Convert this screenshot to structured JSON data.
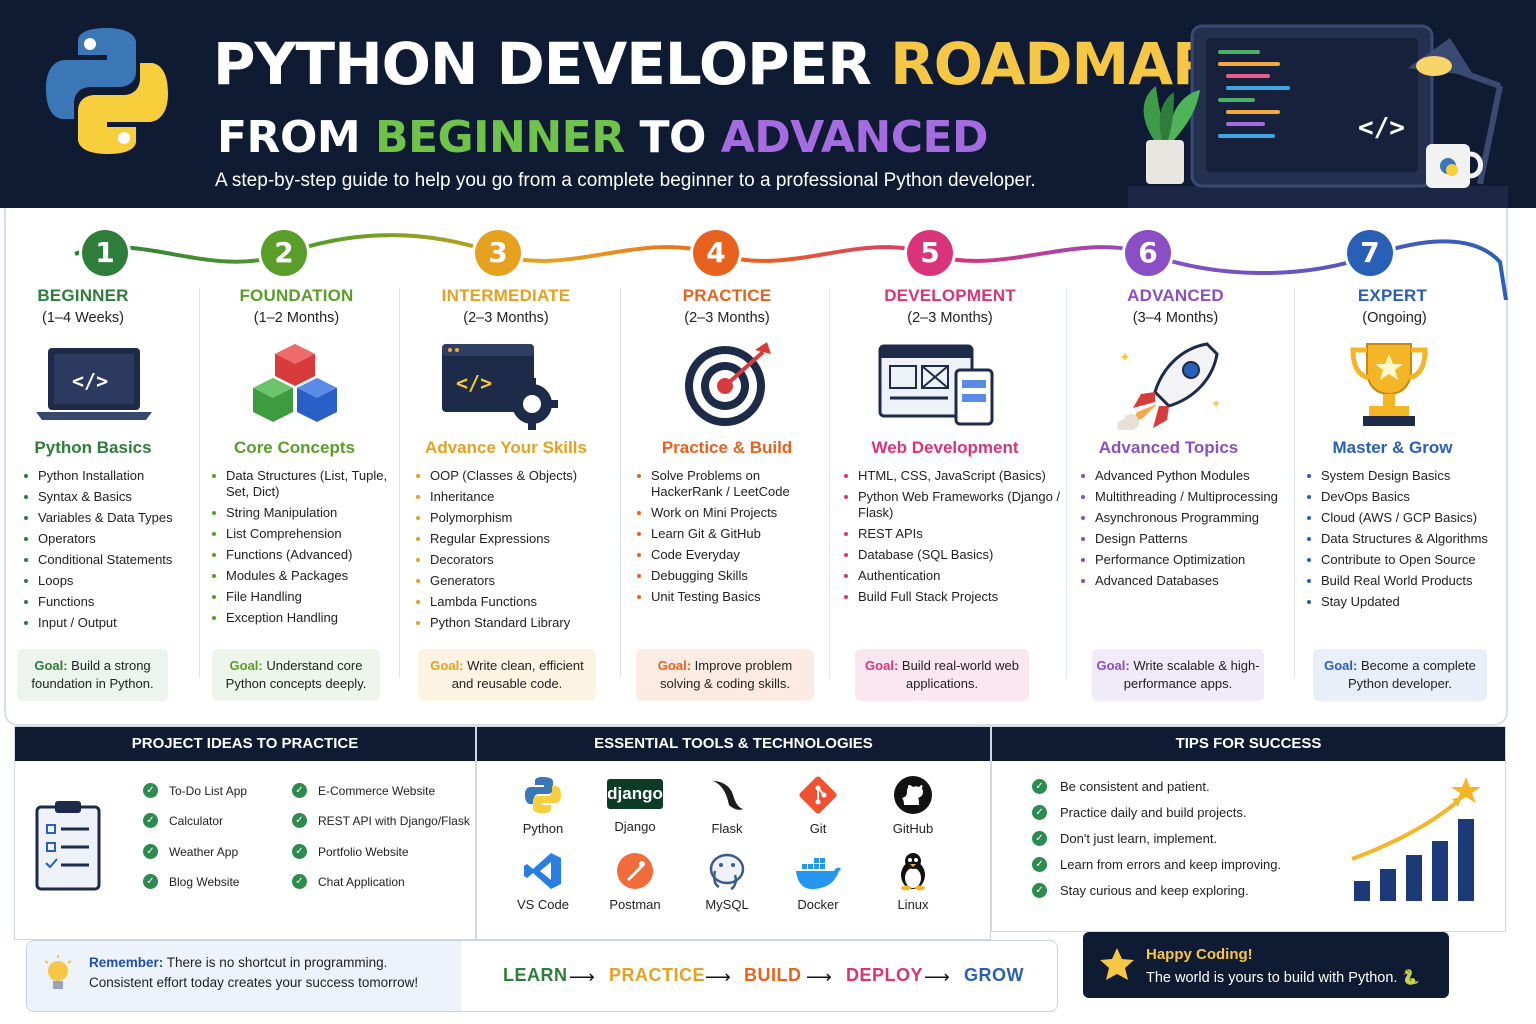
{
  "header": {
    "title_part1": "PYTHON DEVELOPER ",
    "title_part2": "ROADMAP",
    "subtitle_from": "FROM ",
    "subtitle_beginner": "BEGINNER",
    "subtitle_to": " TO ",
    "subtitle_advanced": "ADVANCED",
    "description": "A step-by-step guide to help you go from a complete beginner to a professional Python developer.",
    "laptop_code": "</>"
  },
  "stages": [
    {
      "num": "1",
      "title": "BEGINNER",
      "duration": "(1–4 Weeks)",
      "subtitle": "Python Basics",
      "color": "#2e7d3a",
      "goal_bg": "#edf4ee",
      "icon": "laptop-code-icon",
      "items": [
        "Python Installation",
        "Syntax & Basics",
        "Variables & Data Types",
        "Operators",
        "Conditional Statements",
        "Loops",
        "Functions",
        "Input / Output"
      ],
      "goal_label": "Goal:",
      "goal_text": " Build a strong foundation in Python."
    },
    {
      "num": "2",
      "title": "FOUNDATION",
      "duration": "(1–2 Months)",
      "subtitle": "Core Concepts",
      "color": "#5a9e2a",
      "goal_bg": "#eef5ea",
      "icon": "cubes-icon",
      "items": [
        "Data Structures (List, Tuple, Set, Dict)",
        "String Manipulation",
        "List Comprehension",
        "Functions (Advanced)",
        "Modules & Packages",
        "File Handling",
        "Exception Handling"
      ],
      "goal_label": "Goal:",
      "goal_text": " Understand core Python concepts deeply."
    },
    {
      "num": "3",
      "title": "INTERMEDIATE",
      "duration": "(2–3 Months)",
      "subtitle": "Advance Your Skills",
      "color": "#e6a11f",
      "goal_bg": "#fdf3e3",
      "icon": "code-window-gear-icon",
      "items": [
        "OOP (Classes & Objects)",
        "Inheritance",
        "Polymorphism",
        "Regular Expressions",
        "Decorators",
        "Generators",
        "Lambda Functions",
        "Python Standard Library"
      ],
      "goal_label": "Goal:",
      "goal_text": " Write clean, efficient and reusable code."
    },
    {
      "num": "4",
      "title": "PRACTICE",
      "duration": "(2–3 Months)",
      "subtitle": "Practice & Build",
      "color": "#e8621e",
      "goal_bg": "#fcebe2",
      "icon": "target-icon",
      "items": [
        "Solve Problems on HackerRank / LeetCode",
        "Work on Mini Projects",
        "Learn Git & GitHub",
        "Code Everyday",
        "Debugging Skills",
        "Unit Testing Basics"
      ],
      "goal_label": "Goal:",
      "goal_text": " Improve problem solving & coding skills."
    },
    {
      "num": "5",
      "title": "DEVELOPMENT",
      "duration": "(2–3 Months)",
      "subtitle": "Web Development",
      "color": "#d9347a",
      "goal_bg": "#fbe7ef",
      "icon": "web-browser-icon",
      "items": [
        "HTML, CSS, JavaScript (Basics)",
        "Python Web Frameworks (Django / Flask)",
        "REST APIs",
        "Database (SQL Basics)",
        "Authentication",
        "Build Full Stack Projects"
      ],
      "goal_label": "Goal:",
      "goal_text": " Build real-world web applications."
    },
    {
      "num": "6",
      "title": "ADVANCED",
      "duration": "(3–4 Months)",
      "subtitle": "Advanced Topics",
      "color": "#8a4fc4",
      "goal_bg": "#f1eaf8",
      "icon": "rocket-icon",
      "items": [
        "Advanced Python Modules",
        "Multithreading / Multiprocessing",
        "Asynchronous Programming",
        "Design Patterns",
        "Performance Optimization",
        "Advanced Databases"
      ],
      "goal_label": "Goal:",
      "goal_text": " Write scalable & high-performance apps."
    },
    {
      "num": "7",
      "title": "EXPERT",
      "duration": "(Ongoing)",
      "subtitle": "Master & Grow",
      "color": "#2a5fb8",
      "goal_bg": "#e9eff8",
      "icon": "trophy-icon",
      "items": [
        "System Design Basics",
        "DevOps Basics",
        "Cloud (AWS / GCP Basics)",
        "Data Structures & Algorithms",
        "Contribute to Open Source",
        "Build Real World Products",
        "Stay Updated"
      ],
      "goal_label": "Goal:",
      "goal_text": " Become a complete Python developer."
    }
  ],
  "projects": {
    "heading": "PROJECT IDEAS TO PRACTICE",
    "col1": [
      "To-Do List App",
      "Calculator",
      "Weather App",
      "Blog Website"
    ],
    "col2": [
      "E-Commerce Website",
      "REST API with Django/Flask",
      "Portfolio Website",
      "Chat Application"
    ]
  },
  "tools": {
    "heading": "ESSENTIAL TOOLS & TECHNOLOGIES",
    "row1": [
      {
        "name": "Python",
        "icon": "python-icon"
      },
      {
        "name": "Django",
        "icon": "django-icon",
        "badge": "django"
      },
      {
        "name": "Flask",
        "icon": "flask-icon"
      },
      {
        "name": "Git",
        "icon": "git-icon"
      },
      {
        "name": "GitHub",
        "icon": "github-icon"
      }
    ],
    "row2": [
      {
        "name": "VS Code",
        "icon": "vscode-icon"
      },
      {
        "name": "Postman",
        "icon": "postman-icon"
      },
      {
        "name": "MySQL",
        "icon": "mysql-icon"
      },
      {
        "name": "Docker",
        "icon": "docker-icon"
      },
      {
        "name": "Linux",
        "icon": "linux-icon"
      }
    ]
  },
  "tips": {
    "heading": "TIPS FOR SUCCESS",
    "items": [
      "Be consistent and patient.",
      "Practice daily and build projects.",
      "Don't just learn, implement.",
      "Learn from errors and keep improving.",
      "Stay curious and keep exploring."
    ]
  },
  "remember": {
    "label": "Remember:",
    "line1": " There is no shortcut in programming.",
    "line2": "Consistent effort today creates your success tomorrow!"
  },
  "flow": [
    {
      "label": "LEARN",
      "color": "#2e7d3a"
    },
    {
      "label": "PRACTICE",
      "color": "#e6a11f"
    },
    {
      "label": "BUILD",
      "color": "#e8621e"
    },
    {
      "label": "DEPLOY",
      "color": "#d9347a"
    },
    {
      "label": "GROW",
      "color": "#2a5fb8"
    }
  ],
  "happy": {
    "title": "Happy Coding!",
    "subtitle": "The world is yours to build with Python. 🐍"
  },
  "colors": {
    "navy": "#0f1a33",
    "yellow": "#f6c744",
    "green": "#6fc24a",
    "purple": "#a56be0",
    "check": "#2e8b4f"
  }
}
